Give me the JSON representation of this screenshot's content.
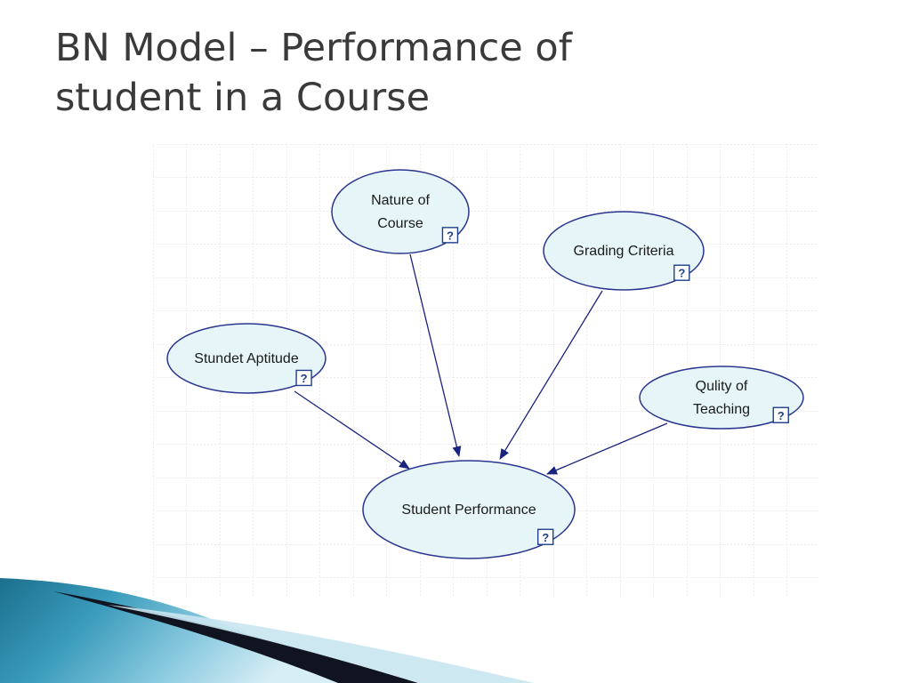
{
  "slide": {
    "title_line1": "BN Model – Performance of",
    "title_line2": "student in a Course"
  },
  "diagram": {
    "nodes": [
      {
        "id": "nature",
        "lines": [
          "Nature of",
          "Course"
        ]
      },
      {
        "id": "grading",
        "lines": [
          "Grading Criteria"
        ]
      },
      {
        "id": "aptitude",
        "lines": [
          "Stundet Aptitude"
        ]
      },
      {
        "id": "teaching",
        "lines": [
          "Qulity of",
          "Teaching"
        ]
      },
      {
        "id": "performance",
        "lines": [
          "Student Performance"
        ]
      }
    ],
    "edges": [
      {
        "from": "nature",
        "to": "performance"
      },
      {
        "from": "grading",
        "to": "performance"
      },
      {
        "from": "aptitude",
        "to": "performance"
      },
      {
        "from": "teaching",
        "to": "performance"
      }
    ],
    "unknown_marker": "?",
    "colors": {
      "node_fill": "#e6f6f8",
      "node_stroke": "#2a3590",
      "edge": "#1a237e",
      "grid": "#d9d9d9"
    }
  }
}
